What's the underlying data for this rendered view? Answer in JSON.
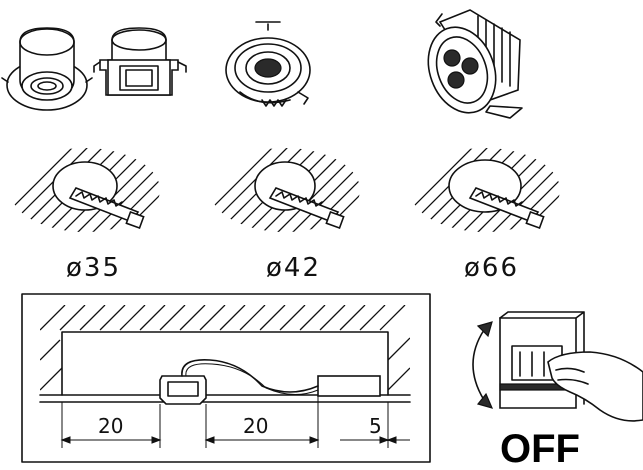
{
  "diameters": [
    {
      "label": "ø35"
    },
    {
      "label": "ø42"
    },
    {
      "label": "ø66"
    }
  ],
  "dimensions": {
    "left": "20",
    "middle": "20",
    "right": "5"
  },
  "switch_state": "OFF"
}
